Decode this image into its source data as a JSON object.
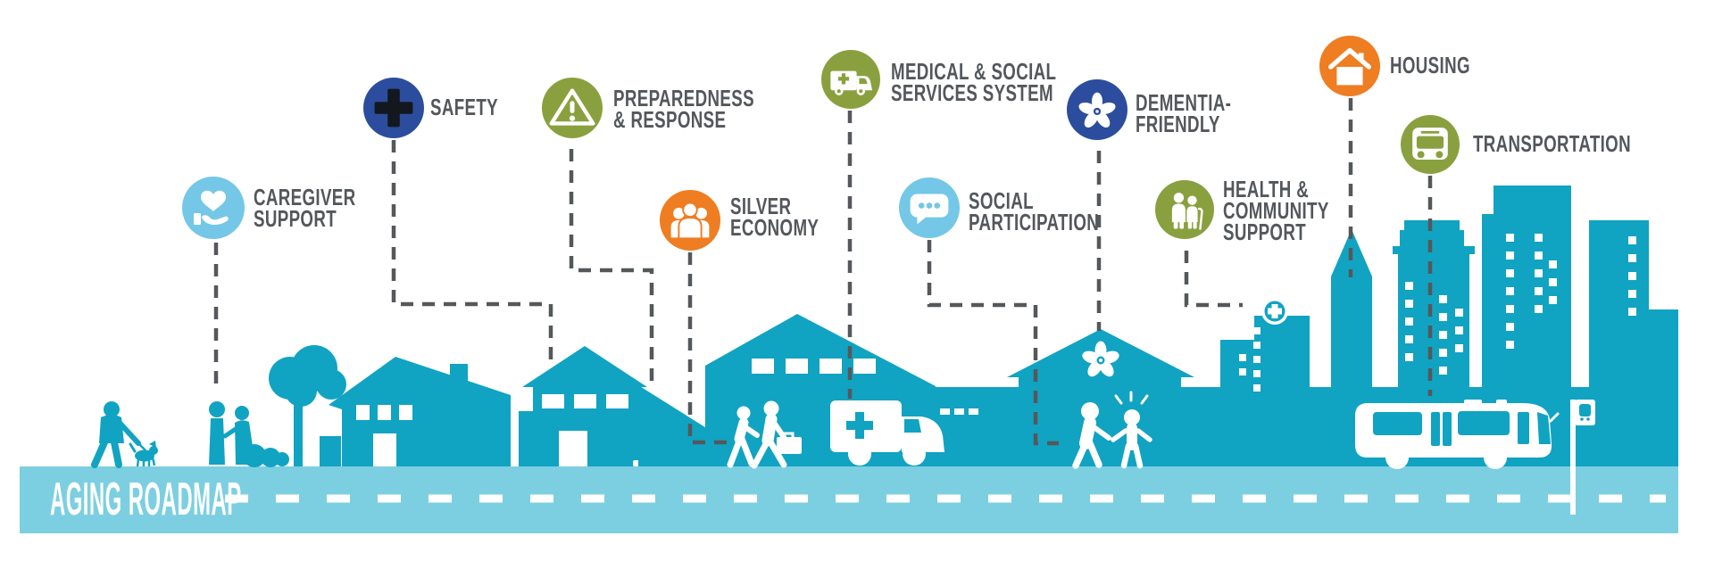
{
  "title": "AGING ROADMAP",
  "milestones": [
    {
      "id": "caregiver-support",
      "label": "CAREGIVER\nSUPPORT",
      "icon": "heart-in-hand-icon",
      "color": "light_blue"
    },
    {
      "id": "safety",
      "label": "SAFETY",
      "icon": "medical-cross-icon",
      "color": "dark_blue"
    },
    {
      "id": "preparedness-response",
      "label": "PREPAREDNESS\n& RESPONSE",
      "icon": "warning-triangle-icon",
      "color": "olive_green"
    },
    {
      "id": "silver-economy",
      "label": "SILVER\nECONOMY",
      "icon": "people-group-icon",
      "color": "orange"
    },
    {
      "id": "medical-social-services",
      "label": "MEDICAL & SOCIAL\nSERVICES SYSTEM",
      "icon": "ambulance-icon",
      "color": "olive_green"
    },
    {
      "id": "social-participation",
      "label": "SOCIAL\nPARTICIPATION",
      "icon": "speech-bubble-icon",
      "color": "light_blue"
    },
    {
      "id": "dementia-friendly",
      "label": "DEMENTIA-\nFRIENDLY",
      "icon": "flower-icon",
      "color": "dark_blue"
    },
    {
      "id": "health-community-support",
      "label": "HEALTH &\nCOMMUNITY\nSUPPORT",
      "icon": "elderly-couple-icon",
      "color": "olive_green"
    },
    {
      "id": "housing",
      "label": "HOUSING",
      "icon": "house-icon",
      "color": "orange"
    },
    {
      "id": "transportation",
      "label": "TRANSPORTATION",
      "icon": "bus-icon",
      "color": "olive_green"
    }
  ],
  "colors": {
    "light_blue": "#74c7e7",
    "dark_blue": "#2c4d9d",
    "olive_green": "#8aa03f",
    "orange": "#ef7d22",
    "cityscape_teal": "#11a3c2",
    "road_blue": "#7ccfe0",
    "label_gray": "#54575b",
    "connector_gray": "#55585b",
    "white": "#ffffff"
  }
}
